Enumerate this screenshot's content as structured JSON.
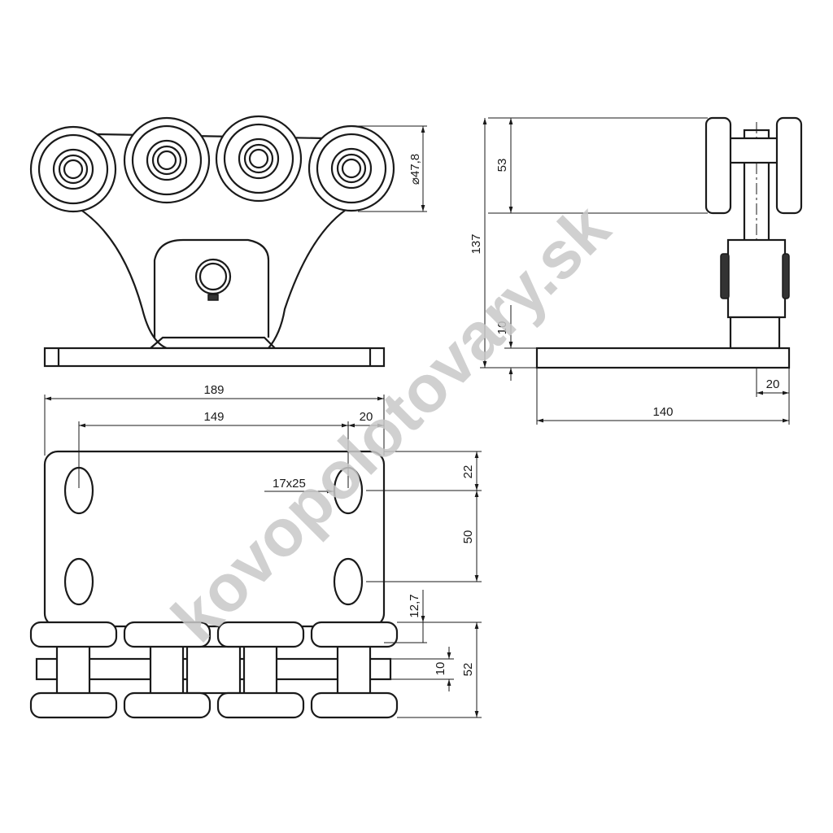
{
  "front_view": {
    "wheel_diameter": "⌀47,8"
  },
  "side_view": {
    "wheel_height": "53",
    "total_height": "137",
    "plate_thickness": "10",
    "offset": "20",
    "plate_depth": "140"
  },
  "bottom_view": {
    "plate_width": "189",
    "hole_spacing": "149",
    "hole_edge": "20",
    "slot_size": "17x25",
    "slot_top": "22",
    "slot_spacing": "50",
    "edge_gap": "12,7",
    "axle_thickness": "10",
    "wheel_depth": "52"
  },
  "watermark": "kovopolotovary.sk"
}
